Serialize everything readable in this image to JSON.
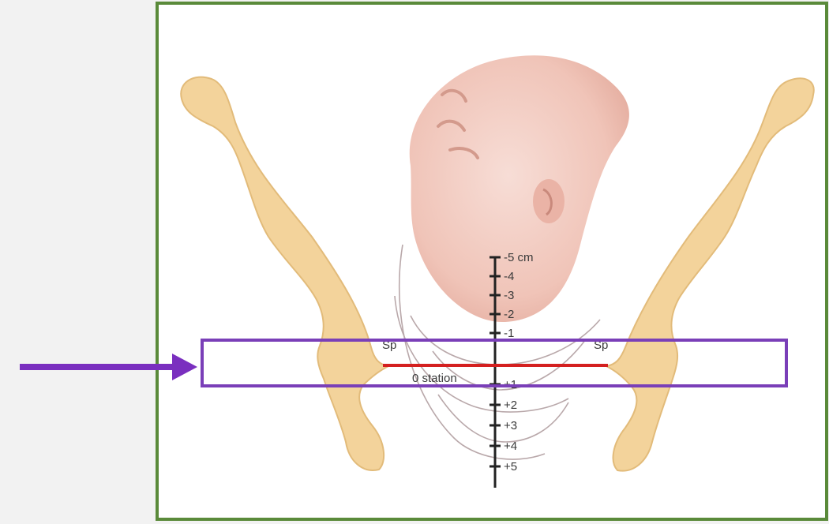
{
  "colors": {
    "page_background": "#f2f2f2",
    "frame_border": "#5a8a3a",
    "frame_fill": "#ffffff",
    "bone": "#f3d39b",
    "bone_outline": "#e2bb7a",
    "skin": "#f2c9bf",
    "highlight_box": "#7a3fb8",
    "arrow": "#7a2fbf",
    "zero_line": "#d42020",
    "scale": "#222222",
    "arcs": "#b9a8aa"
  },
  "figure": {
    "landmark_left": "Sp",
    "landmark_right": "Sp",
    "zero_line_label": "0 station",
    "ticks_above": [
      "-5 cm",
      "-4",
      "-3",
      "-2",
      "-1"
    ],
    "ticks_below": [
      "+1",
      "+2",
      "+3",
      "+4",
      "+5"
    ]
  }
}
